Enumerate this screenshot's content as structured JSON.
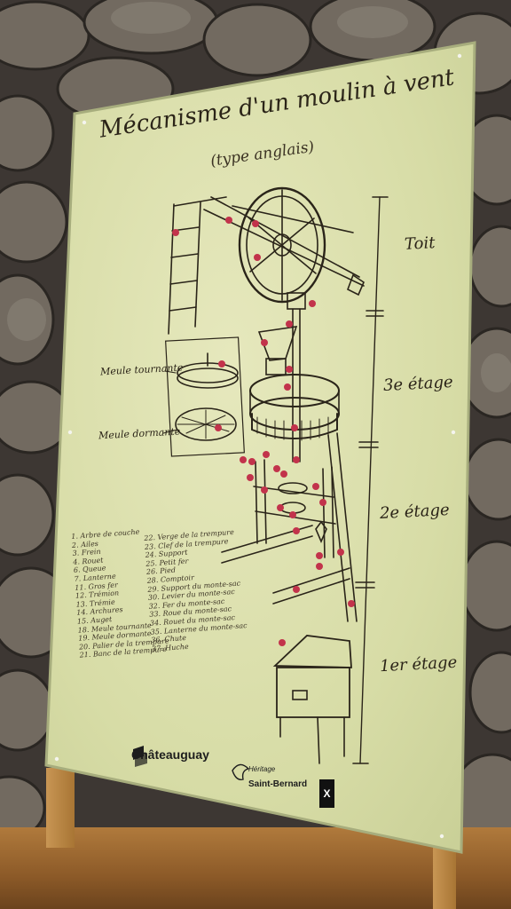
{
  "sign": {
    "title": "Mécanisme d'un moulin à vent",
    "subtitle": "(type anglais)",
    "side_labels": {
      "runner_stone": "Meule tournante",
      "bed_stone": "Meule dormante"
    },
    "floors": [
      "Toit",
      "3e étage",
      "2e étage",
      "1er étage"
    ],
    "legend_col1": [
      "1. Arbre de couche",
      "2. Ailes",
      "3. Frein",
      "4. Rouet",
      "6. Queue",
      "7. Lanterne",
      "11. Gros fer",
      "12. Trémion",
      "13. Trémie",
      "14. Archures",
      "15. Auget",
      "18. Meule tournante",
      "19. Meule dormante",
      "20. Palier de la trempure",
      "21. Banc de la trempure"
    ],
    "legend_col2": [
      "22. Verge de la trempure",
      "23. Clef de la trempure",
      "24. Support",
      "25. Petit fer",
      "26. Pied",
      "28. Comptoir",
      "29. Support du monte-sac",
      "30. Levier du monte-sac",
      "32. Fer du monte-sac",
      "33. Roue du monte-sac",
      "34. Rouet du monte-sac",
      "35. Lanterne du monte-sac",
      "36. Chute",
      "37. Huche"
    ],
    "logos": {
      "city": "Châteauguay",
      "heritage_small": "Héritage",
      "heritage": "Saint-Bernard",
      "x_mark": "X"
    }
  },
  "colors": {
    "board": "#dadfa9",
    "ink": "#2b2418",
    "marker": "#c2334b",
    "wall": "#5a534c",
    "wood": "#a8743a"
  }
}
